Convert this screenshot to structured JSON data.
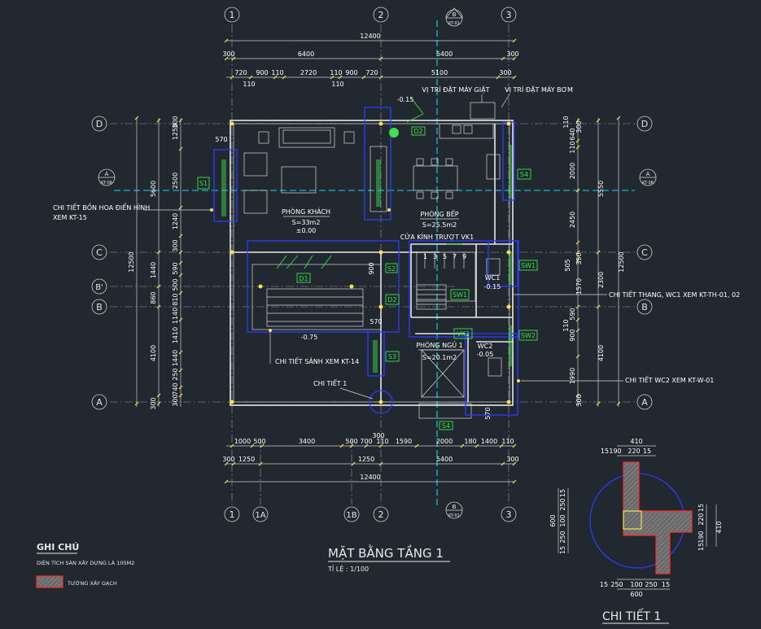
{
  "axes_top": [
    "1",
    "2",
    "3"
  ],
  "axes_bottom": [
    "1",
    "1A",
    "1B",
    "2",
    "3"
  ],
  "axes_left": [
    "D",
    "C",
    "B'",
    "B",
    "A"
  ],
  "axes_right": [
    "D",
    "C",
    "B",
    "A"
  ],
  "section_marks": {
    "top": {
      "letter": "B",
      "ref": "KT-01"
    },
    "bottom": {
      "letter": "B",
      "ref": "KT-01"
    },
    "left": {
      "letter": "A",
      "ref": "KT-08"
    },
    "right": {
      "letter": "A",
      "ref": "KT-08"
    }
  },
  "dims_top": {
    "overall": "12400",
    "row1": [
      "300",
      "6400",
      "5400",
      "300"
    ],
    "row2": [
      "720",
      "900",
      "110",
      "2720",
      "110",
      "900",
      "720",
      "5100",
      "300"
    ],
    "row2_sub": [
      "110",
      "110"
    ]
  },
  "dims_bottom": {
    "row1": [
      "1000",
      "500",
      "3400",
      "500",
      "700",
      "110",
      "1590",
      "2000",
      "180",
      "1400",
      "110"
    ],
    "row1_sub": [
      "300"
    ],
    "row2": [
      "300",
      "1250",
      "1250",
      "5400",
      "300"
    ],
    "overall": "12400"
  },
  "dims_left": {
    "overall": "12500",
    "row1": [
      "5600",
      "1440",
      "860",
      "4100",
      "300"
    ],
    "row2": [
      "1250",
      "2500",
      "1240",
      "300",
      "590",
      "500",
      "810",
      "1140",
      "1410",
      "1440",
      "250",
      "740",
      "300",
      "300",
      "570"
    ]
  },
  "dims_right": {
    "overall": "12500",
    "row1": [
      "5550",
      "2300",
      "1570",
      "4100"
    ],
    "row2": [
      "110",
      "640",
      "300",
      "2000",
      "2450",
      "505",
      "350",
      "590",
      "110",
      "900",
      "1990",
      "300",
      "110"
    ]
  },
  "rooms": [
    {
      "name": "PHÒNG KHÁCH",
      "area": "S=33m2",
      "level": "±0.00"
    },
    {
      "name": "PHÒNG BẾP",
      "area": "S=25.5m2"
    },
    {
      "name": "PHÒNG NGỦ 1",
      "area": "S=20.1m2"
    },
    {
      "name": "WC1",
      "level": "-0.15"
    },
    {
      "name": "WC2",
      "level": "-0.05"
    }
  ],
  "tags": [
    "D2",
    "S1",
    "S4",
    "D1",
    "S2",
    "D2",
    "S3",
    "S4",
    "SW1",
    "SW1",
    "VK2",
    "SW2"
  ],
  "annotations": {
    "pump_left": "VỊ TRÍ ĐẶT MÁY GIẶT",
    "pump_right": "VỊ TRÍ ĐẶT MÁY BƠM",
    "level_top": "-0.15",
    "level_lobby": "-0.75",
    "sliding_door": "CỬA KÍNH TRƯỢT VK1",
    "planter": "CHI TIẾT BỒN HOA ĐIỂN HÌNH",
    "planter_ref": "XEM KT-15",
    "lobby": "CHI TIẾT SẢNH XEM KT-14",
    "detail1": "CHI TIẾT 1",
    "stair": "CHI TIẾT THANG, WC1 XEM KT-TH-01, 02",
    "wc2": "CHI TIẾT WC2 XEM KT-W-01",
    "steps": [
      "1",
      "3",
      "5",
      "7",
      "9"
    ],
    "door_stair": "570",
    "door_b": "570",
    "door_a": "570",
    "w900": "900",
    "w570b": "570"
  },
  "title": {
    "main": "MẶT BẰNG TẦNG 1",
    "scale": "TỈ LỆ : 1/100"
  },
  "notes": {
    "heading": "GHI CHÚ",
    "area": "DIỆN TÍCH SÀN XÂY DỰNG LÀ 105M2",
    "legend": "TƯỜNG XÂY GẠCH"
  },
  "detail": {
    "title": "CHI TIẾT 1",
    "top": "410",
    "top_row": [
      "15",
      "190",
      "220",
      "15"
    ],
    "bottom_row": [
      "15",
      "250",
      "100",
      "250",
      "15"
    ],
    "bottom": "600",
    "left": "600",
    "left_row": [
      "15",
      "250",
      "100",
      "250",
      "15"
    ],
    "right": "410",
    "right_row": [
      "15",
      "220",
      "190",
      "15"
    ]
  },
  "colors": {
    "background": "#212830",
    "wall": "#e8e8e8",
    "column": "#2b3cff",
    "tag": "#3fe04a",
    "grid_cyan": "#18d8e8",
    "hatch": "#ff2b2b",
    "tick": "#f3e44c"
  }
}
